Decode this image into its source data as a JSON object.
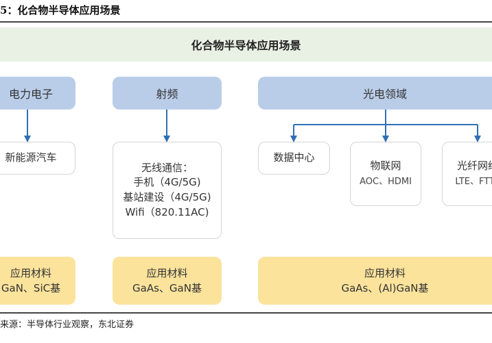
{
  "caption": "5：化合物半导体应用场景",
  "banner_title": "化合物半导体应用场景",
  "columns": [
    {
      "category": "电力电子",
      "apps": [
        {
          "title": "新能源汽车",
          "lines": []
        }
      ],
      "materials_label": "应用材料",
      "materials": "GaN、SiC基"
    },
    {
      "category": "射频",
      "apps": [
        {
          "title": "无线通信：",
          "lines": [
            "手机（4G/5G)",
            "基站建设（4G/5G)",
            "Wifi（820.11AC)"
          ]
        }
      ],
      "materials_label": "应用材料",
      "materials": "GaAs、GaN基"
    },
    {
      "category": "光电领域",
      "apps": [
        {
          "title": "数据中心",
          "sub": ""
        },
        {
          "title": "物联网",
          "sub": "AOC、HDMI"
        },
        {
          "title": "光纤网络",
          "sub": "LTE、FTTx"
        }
      ],
      "materials_label": "应用材料",
      "materials": "GaAs、(Al)GaN基"
    }
  ],
  "source": "来源：半导体行业观察，东北证券",
  "colors": {
    "arrow": "#2f6fb5",
    "category_fill": "#b9cde8",
    "materials_fill": "#fbe39c",
    "banner_fill": "#e9f1e5"
  }
}
